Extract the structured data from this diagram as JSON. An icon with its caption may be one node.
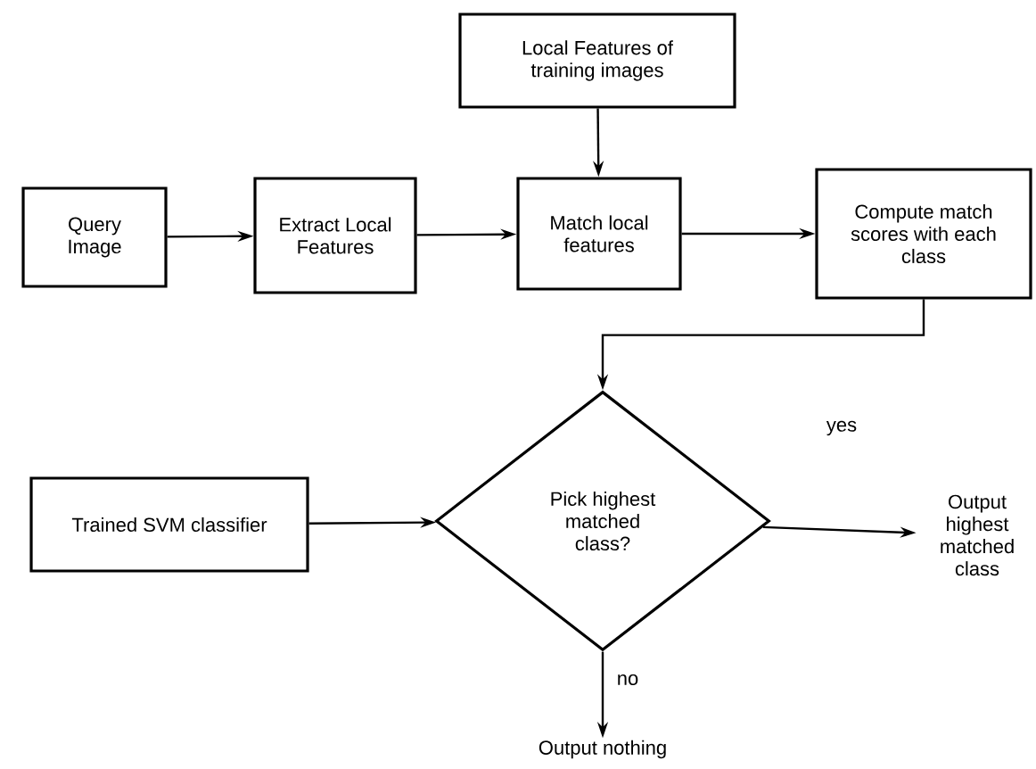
{
  "diagram": {
    "nodes": [
      {
        "text": [
          "Local Features of training images"
        ]
      },
      {
        "text": [
          "Query Image"
        ]
      },
      {
        "text": [
          "Extract Local Features"
        ]
      },
      {
        "text": [
          "Match local features"
        ]
      },
      {
        "text": [
          "Compute match scores with each class"
        ]
      },
      {
        "text": [
          "Trained SVM classifier"
        ]
      },
      {
        "text": [
          "Pick highest matched class?"
        ]
      },
      {
        "text": [
          "Output highest matched class"
        ]
      },
      {
        "text": [
          "Output nothing"
        ]
      }
    ],
    "edges": [
      {
        "from": 1,
        "to": 2,
        "arrow": "to"
      },
      {
        "from": 2,
        "to": 3,
        "arrow": "to"
      },
      {
        "from": 0,
        "to": 3,
        "arrow": "to"
      },
      {
        "from": 3,
        "to": 4,
        "arrow": "to"
      },
      {
        "from": 4,
        "to": 6,
        "arrow": "to"
      },
      {
        "from": 5,
        "to": 6,
        "arrow": "to"
      },
      {
        "from": 6,
        "to": 7,
        "arrow": "to",
        "label": "yes"
      },
      {
        "from": 6,
        "to": 8,
        "arrow": "to",
        "label": "no"
      }
    ]
  }
}
